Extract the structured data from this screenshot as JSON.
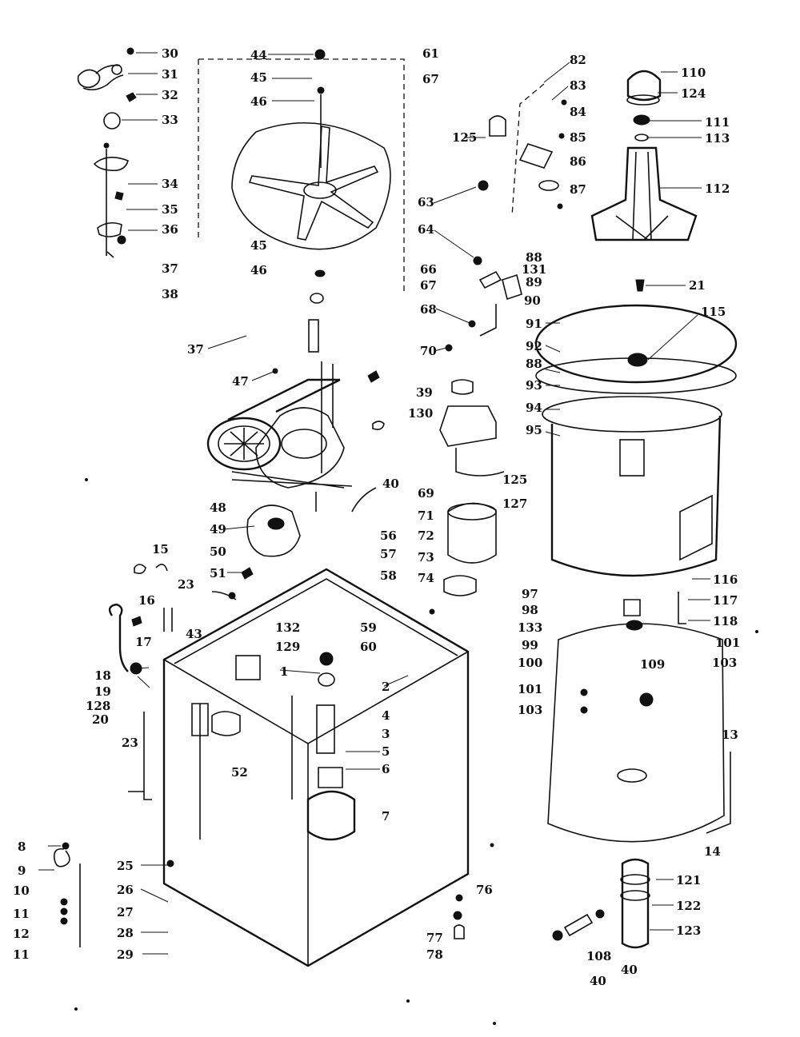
{
  "labels": [
    {
      "id": "30",
      "text": "30"
    },
    {
      "id": "31",
      "text": "31"
    },
    {
      "id": "32",
      "text": "32"
    },
    {
      "id": "33",
      "text": "33"
    },
    {
      "id": "34",
      "text": "34"
    },
    {
      "id": "35",
      "text": "35"
    },
    {
      "id": "36",
      "text": "36"
    },
    {
      "id": "37a",
      "text": "37"
    },
    {
      "id": "38",
      "text": "38"
    },
    {
      "id": "37b",
      "text": "37"
    },
    {
      "id": "44",
      "text": "44"
    },
    {
      "id": "45a",
      "text": "45"
    },
    {
      "id": "46a",
      "text": "46"
    },
    {
      "id": "45b",
      "text": "45"
    },
    {
      "id": "46b",
      "text": "46"
    },
    {
      "id": "47",
      "text": "47"
    },
    {
      "id": "39",
      "text": "39"
    },
    {
      "id": "40a",
      "text": "40"
    },
    {
      "id": "48",
      "text": "48"
    },
    {
      "id": "49",
      "text": "49"
    },
    {
      "id": "50",
      "text": "50"
    },
    {
      "id": "51",
      "text": "51"
    },
    {
      "id": "61",
      "text": "61"
    },
    {
      "id": "67a",
      "text": "67"
    },
    {
      "id": "63",
      "text": "63"
    },
    {
      "id": "64",
      "text": "64"
    },
    {
      "id": "66",
      "text": "66"
    },
    {
      "id": "67b",
      "text": "67"
    },
    {
      "id": "68",
      "text": "68"
    },
    {
      "id": "70",
      "text": "70"
    },
    {
      "id": "130",
      "text": "130"
    },
    {
      "id": "125a",
      "text": "125"
    },
    {
      "id": "82",
      "text": "82"
    },
    {
      "id": "83",
      "text": "83"
    },
    {
      "id": "84",
      "text": "84"
    },
    {
      "id": "85",
      "text": "85"
    },
    {
      "id": "86",
      "text": "86"
    },
    {
      "id": "87",
      "text": "87"
    },
    {
      "id": "88a",
      "text": "88"
    },
    {
      "id": "131",
      "text": "131"
    },
    {
      "id": "89",
      "text": "89"
    },
    {
      "id": "90",
      "text": "90"
    },
    {
      "id": "91",
      "text": "91"
    },
    {
      "id": "92",
      "text": "92"
    },
    {
      "id": "88b",
      "text": "88"
    },
    {
      "id": "93",
      "text": "93"
    },
    {
      "id": "94",
      "text": "94"
    },
    {
      "id": "95",
      "text": "95"
    },
    {
      "id": "110",
      "text": "110"
    },
    {
      "id": "124",
      "text": "124"
    },
    {
      "id": "111",
      "text": "111"
    },
    {
      "id": "113",
      "text": "113"
    },
    {
      "id": "112",
      "text": "112"
    },
    {
      "id": "21",
      "text": "21"
    },
    {
      "id": "115",
      "text": "115"
    },
    {
      "id": "125b",
      "text": "125"
    },
    {
      "id": "127",
      "text": "127"
    },
    {
      "id": "69",
      "text": "69"
    },
    {
      "id": "71",
      "text": "71"
    },
    {
      "id": "72",
      "text": "72"
    },
    {
      "id": "73",
      "text": "73"
    },
    {
      "id": "74",
      "text": "74"
    },
    {
      "id": "56",
      "text": "56"
    },
    {
      "id": "57",
      "text": "57"
    },
    {
      "id": "58",
      "text": "58"
    },
    {
      "id": "15",
      "text": "15"
    },
    {
      "id": "16",
      "text": "16"
    },
    {
      "id": "23a",
      "text": "23"
    },
    {
      "id": "43",
      "text": "43"
    },
    {
      "id": "17",
      "text": "17"
    },
    {
      "id": "18",
      "text": "18"
    },
    {
      "id": "19",
      "text": "19"
    },
    {
      "id": "128",
      "text": "128"
    },
    {
      "id": "20",
      "text": "20"
    },
    {
      "id": "23b",
      "text": "23"
    },
    {
      "id": "132",
      "text": "132"
    },
    {
      "id": "129",
      "text": "129"
    },
    {
      "id": "59",
      "text": "59"
    },
    {
      "id": "60",
      "text": "60"
    },
    {
      "id": "1",
      "text": "1"
    },
    {
      "id": "2",
      "text": "2"
    },
    {
      "id": "4",
      "text": "4"
    },
    {
      "id": "3",
      "text": "3"
    },
    {
      "id": "5",
      "text": "5"
    },
    {
      "id": "6",
      "text": "6"
    },
    {
      "id": "7",
      "text": "7"
    },
    {
      "id": "52",
      "text": "52"
    },
    {
      "id": "8",
      "text": "8"
    },
    {
      "id": "9",
      "text": "9"
    },
    {
      "id": "10",
      "text": "10"
    },
    {
      "id": "11a",
      "text": "11"
    },
    {
      "id": "12",
      "text": "12"
    },
    {
      "id": "11b",
      "text": "11"
    },
    {
      "id": "25",
      "text": "25"
    },
    {
      "id": "26",
      "text": "26"
    },
    {
      "id": "27",
      "text": "27"
    },
    {
      "id": "28",
      "text": "28"
    },
    {
      "id": "29",
      "text": "29"
    },
    {
      "id": "76",
      "text": "76"
    },
    {
      "id": "77",
      "text": "77"
    },
    {
      "id": "78",
      "text": "78"
    },
    {
      "id": "97",
      "text": "97"
    },
    {
      "id": "98",
      "text": "98"
    },
    {
      "id": "133",
      "text": "133"
    },
    {
      "id": "99",
      "text": "99"
    },
    {
      "id": "100",
      "text": "100"
    },
    {
      "id": "116",
      "text": "116"
    },
    {
      "id": "117",
      "text": "117"
    },
    {
      "id": "118",
      "text": "118"
    },
    {
      "id": "101a",
      "text": "101"
    },
    {
      "id": "103a",
      "text": "103"
    },
    {
      "id": "101b",
      "text": "101"
    },
    {
      "id": "103b",
      "text": "103"
    },
    {
      "id": "109",
      "text": "109"
    },
    {
      "id": "13",
      "text": "13"
    },
    {
      "id": "14",
      "text": "14"
    },
    {
      "id": "121",
      "text": "121"
    },
    {
      "id": "122",
      "text": "122"
    },
    {
      "id": "123",
      "text": "123"
    },
    {
      "id": "108",
      "text": "108"
    },
    {
      "id": "40b",
      "text": "40"
    },
    {
      "id": "40c",
      "text": "40"
    }
  ]
}
